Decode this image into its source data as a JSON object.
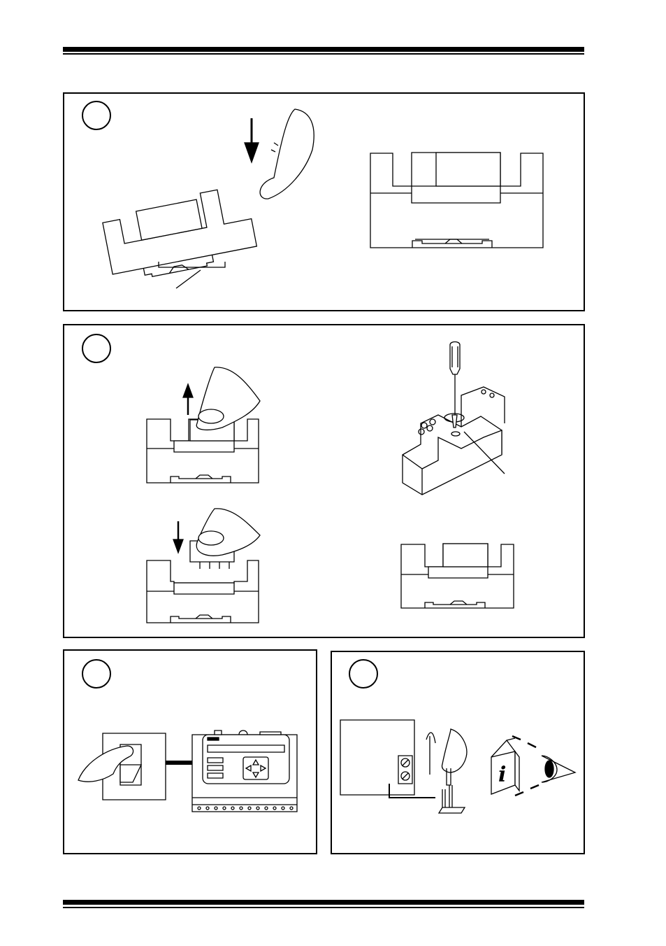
{
  "page": {
    "background": "#ffffff",
    "ink": "#000000"
  },
  "steps": [
    {
      "id": "1",
      "number": "",
      "illustration": "mount-on-din-rail"
    },
    {
      "id": "2",
      "number": "",
      "illustration": "remove-replace-module-and-screw-mount"
    },
    {
      "id": "3",
      "number": "",
      "illustration": "switch-on-power"
    },
    {
      "id": "4",
      "number": "",
      "illustration": "wire-terminals-and-read-manual"
    }
  ],
  "icons": {
    "info": "i"
  }
}
